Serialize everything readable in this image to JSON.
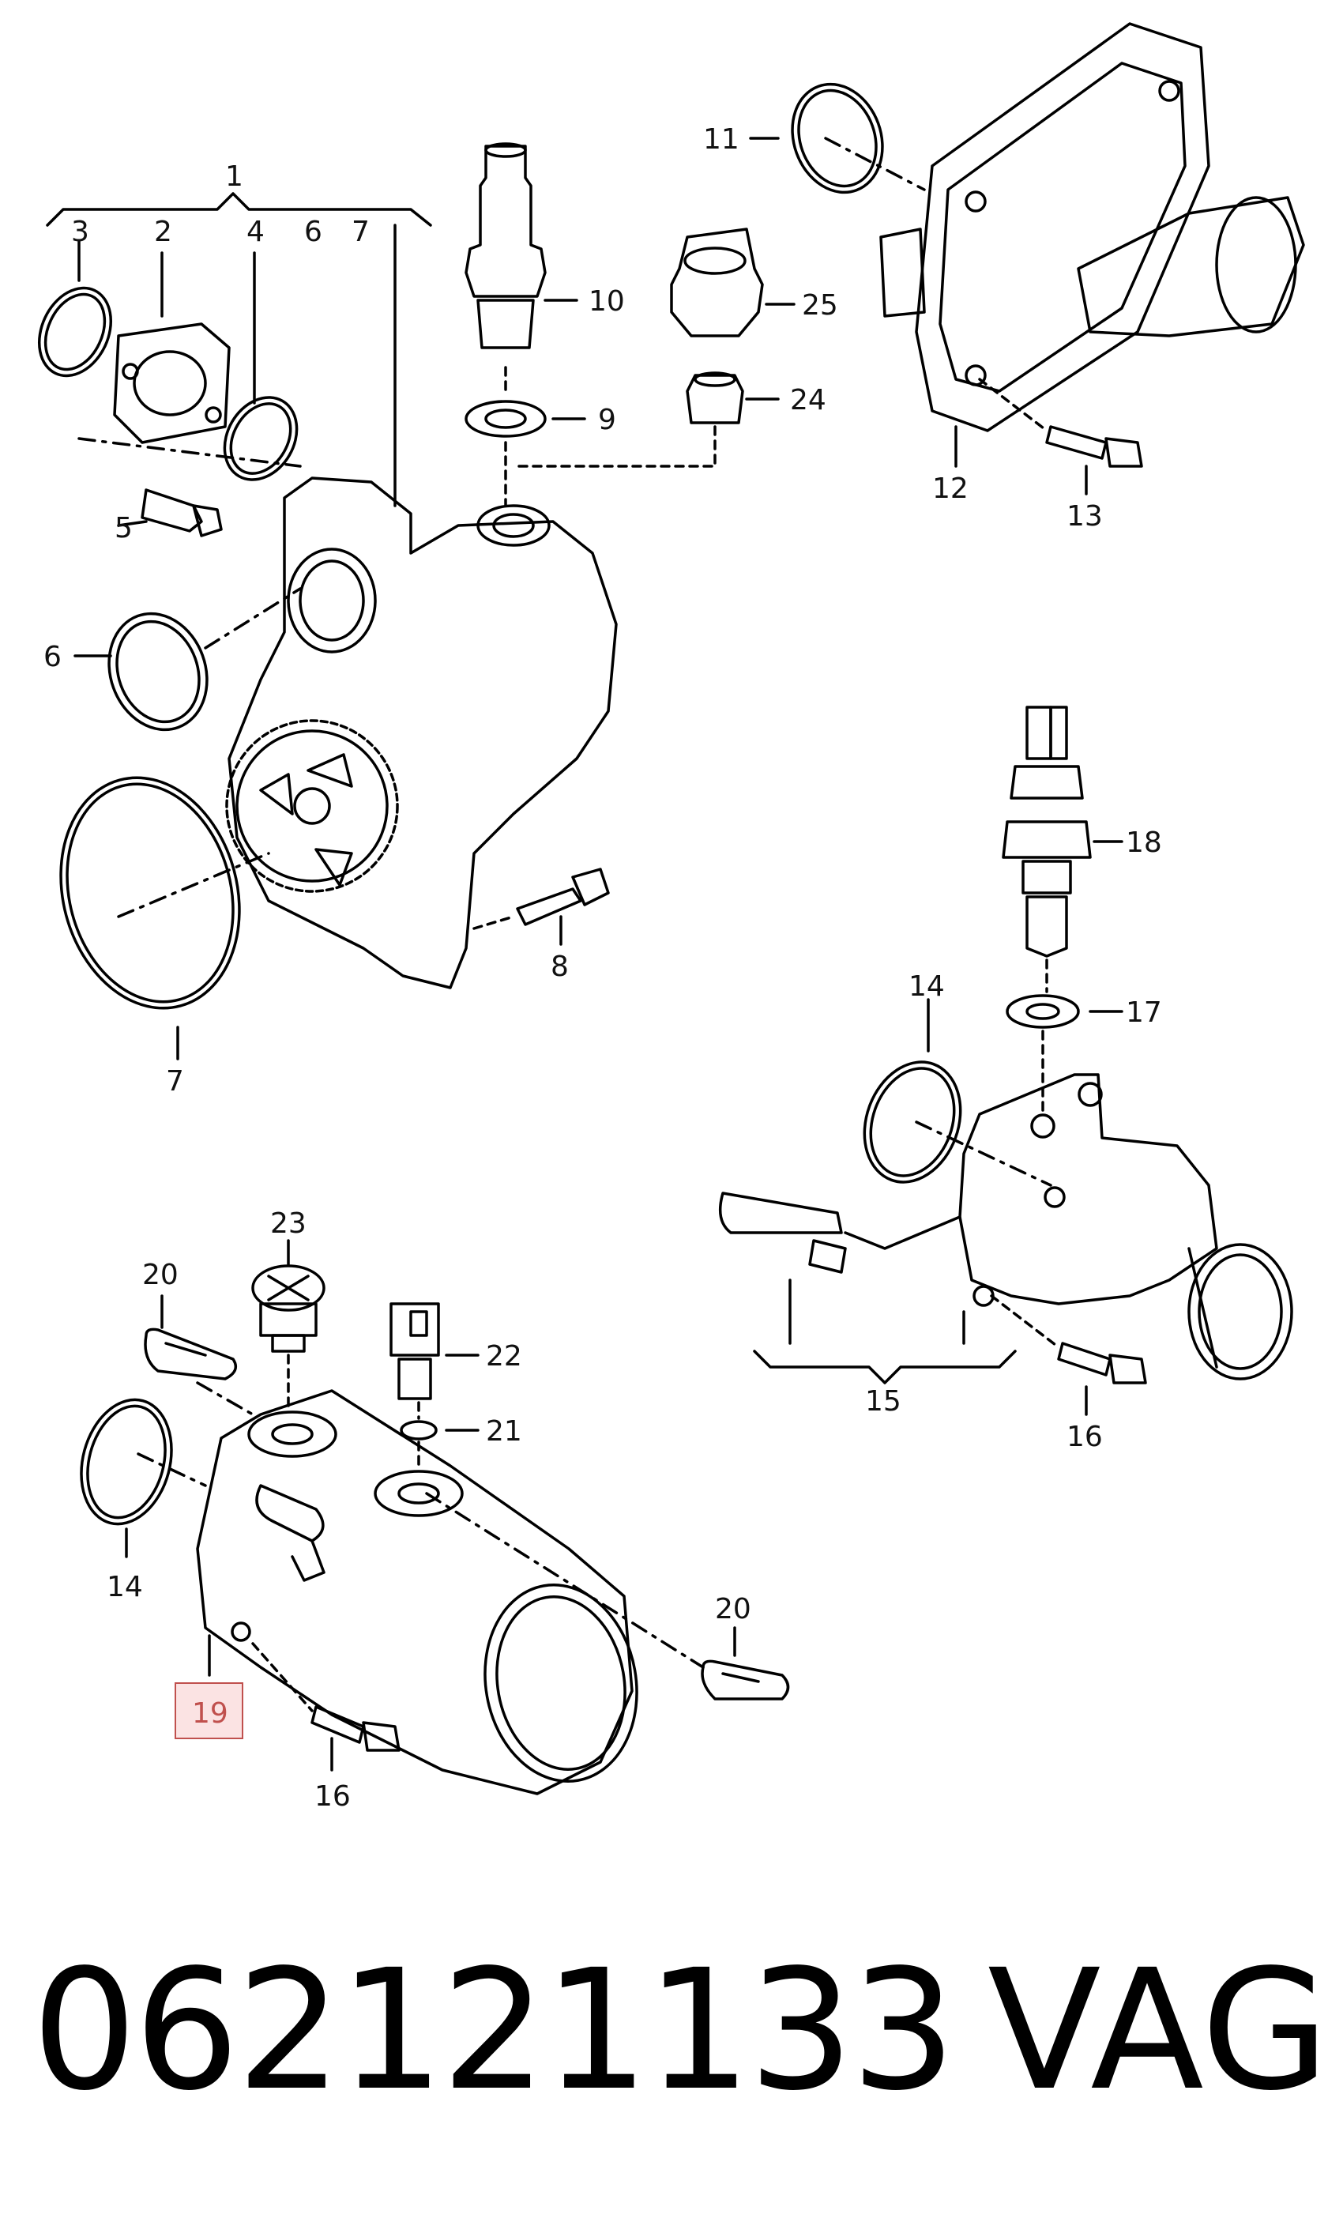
{
  "diagram": {
    "callouts": [
      "1",
      "2",
      "3",
      "4",
      "6",
      "7",
      "5",
      "6",
      "7",
      "8",
      "9",
      "10",
      "11",
      "12",
      "13",
      "24",
      "25",
      "14",
      "17",
      "18",
      "15",
      "16",
      "20",
      "23",
      "22",
      "21",
      "20",
      "14",
      "19",
      "16"
    ],
    "highlighted_callout": "19",
    "highlight_color": "#c0504d",
    "line_color": "#000000"
  },
  "footer": {
    "part_number": "062121133",
    "brand": "VAG"
  }
}
